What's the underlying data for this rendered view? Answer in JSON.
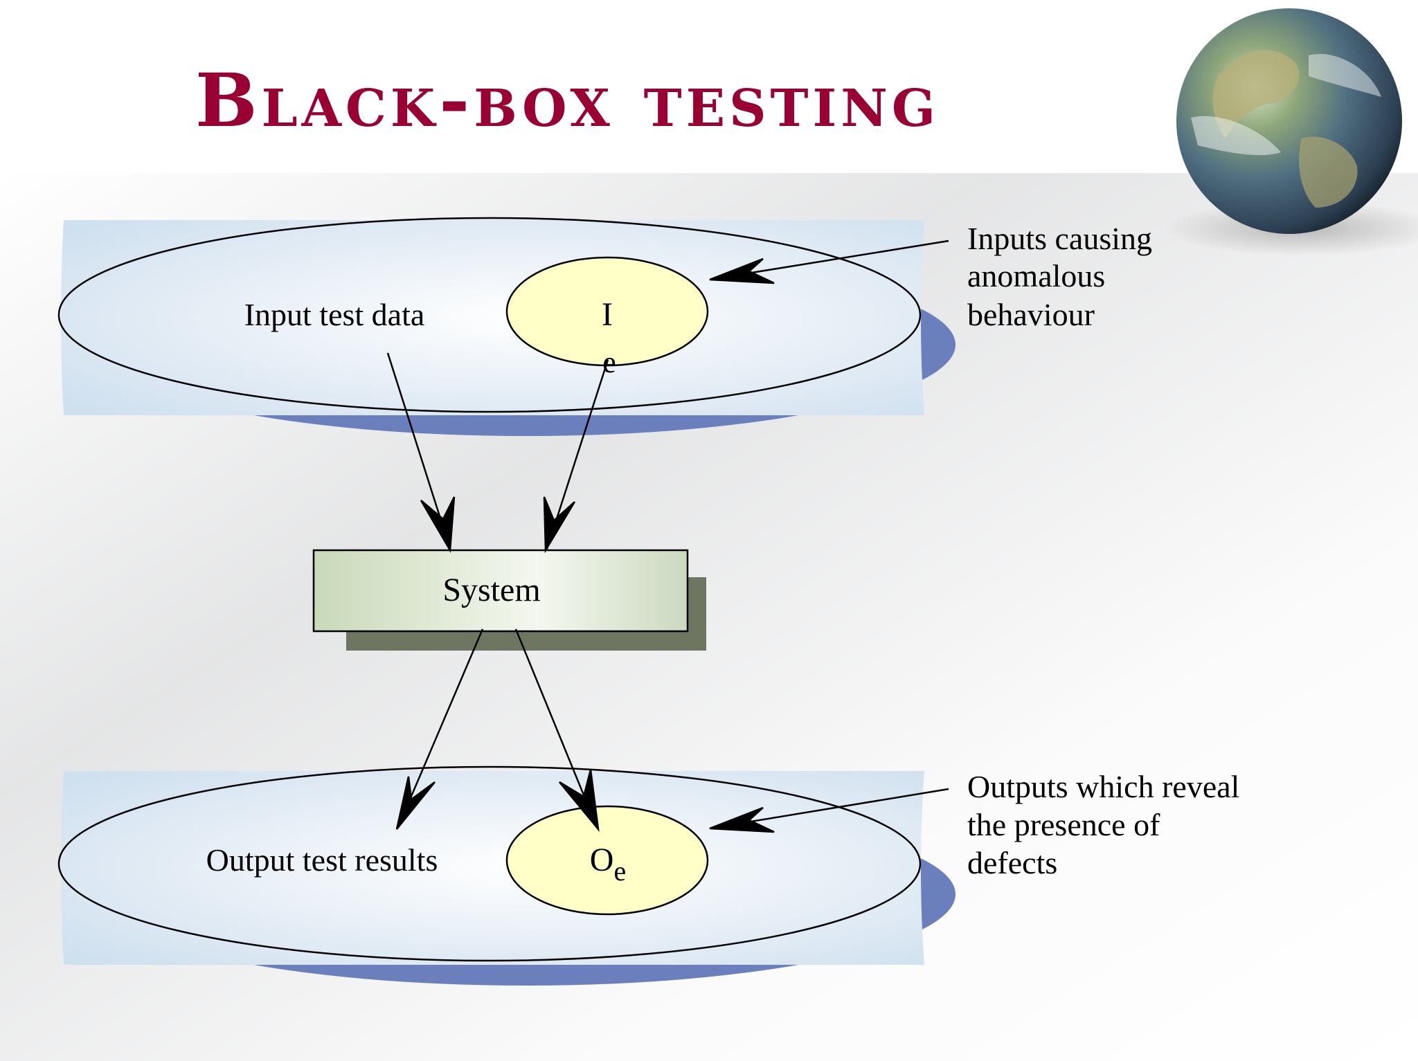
{
  "slide": {
    "title": "Black-box testing"
  },
  "diagram": {
    "input_set_label": "Input test data",
    "input_subset_label": "I",
    "input_subset_subscript": "e",
    "system_label": "System",
    "output_set_label": "Output test results",
    "output_subset_label": "O",
    "output_subset_subscript": "e",
    "input_annotation": [
      "Inputs causing",
      "anomalous",
      "behaviour"
    ],
    "output_annotation": [
      "Outputs which reveal",
      "the presence of",
      "defects"
    ]
  },
  "decorations": {
    "globe": "globe-icon"
  },
  "colors": {
    "title": "#990033",
    "set_fill": "#dce8f3",
    "set_shadow": "#6b7fbd",
    "subset_fill": "#ffffc8",
    "system_fill": "#d4e2c4",
    "system_shadow": "#6e7662"
  }
}
